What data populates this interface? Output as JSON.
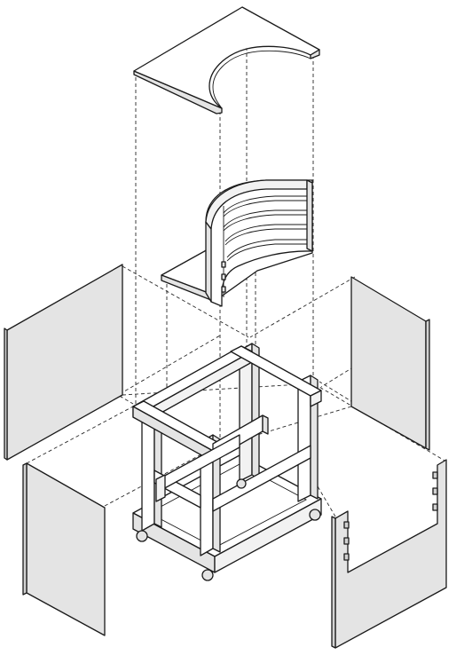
{
  "diagram": {
    "kind": "exploded isometric assembly",
    "colors": {
      "stroke": "#1a1a1a",
      "panel_fill": "#e4e4e4",
      "face_fill": "#ffffff",
      "shade_fill": "#d2d2d2"
    },
    "parts": [
      {
        "name": "top-panel",
        "label": ""
      },
      {
        "name": "curved-insert",
        "label": ""
      },
      {
        "name": "base-frame",
        "label": ""
      },
      {
        "name": "left-side-panel",
        "label": ""
      },
      {
        "name": "right-side-panel",
        "label": ""
      },
      {
        "name": "front-left-panel",
        "label": ""
      },
      {
        "name": "front-right-notched-panel",
        "label": ""
      }
    ],
    "casters": 4
  }
}
